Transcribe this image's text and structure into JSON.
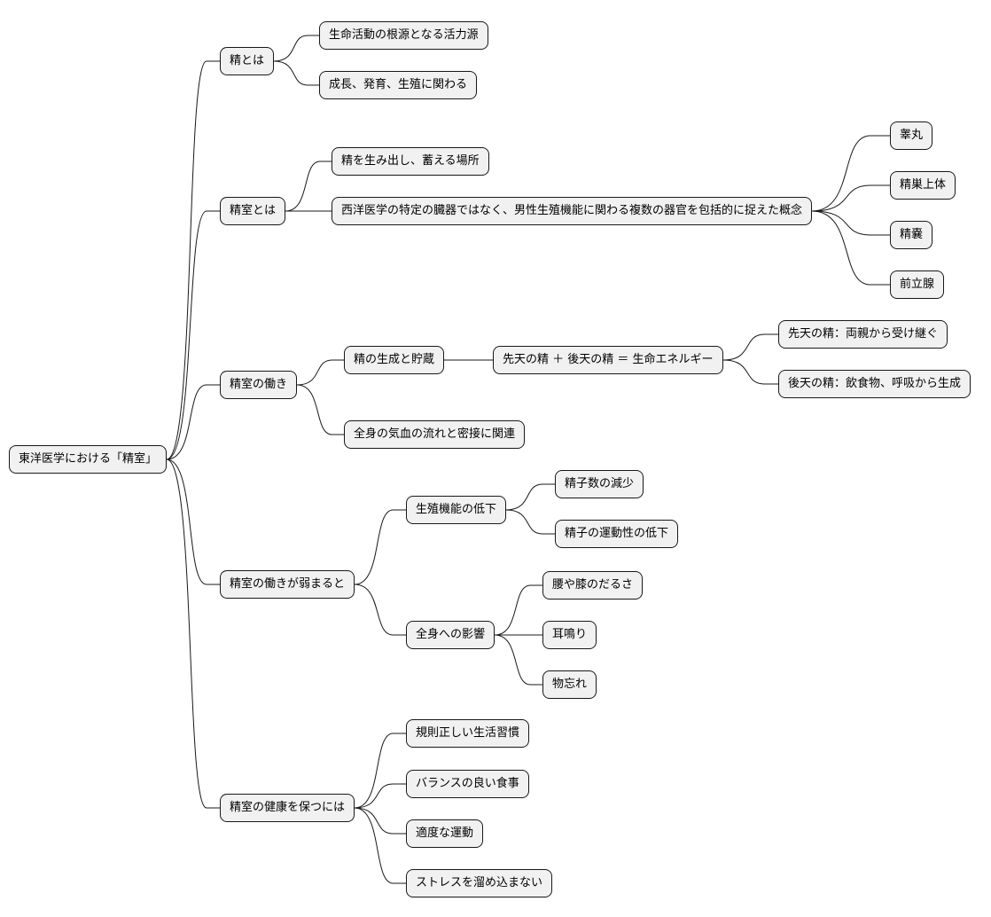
{
  "colors": {
    "background": "#ffffff",
    "node_fill": "#f1f1f1",
    "node_border": "#181818",
    "line": "#181818"
  },
  "mindmap": {
    "root": {
      "label": "東洋医学における「精室」"
    },
    "branches": [
      {
        "label": "精とは",
        "children": [
          {
            "label": "生命活動の根源となる活力源"
          },
          {
            "label": "成長、発育、生殖に関わる"
          }
        ]
      },
      {
        "label": "精室とは",
        "children": [
          {
            "label": "精を生み出し、蓄える場所"
          },
          {
            "label": "西洋医学の特定の臓器ではなく、男性生殖機能に関わる複数の器官を包括的に捉えた概念",
            "children": [
              {
                "label": "睾丸"
              },
              {
                "label": "精巣上体"
              },
              {
                "label": "精嚢"
              },
              {
                "label": "前立腺"
              }
            ]
          }
        ]
      },
      {
        "label": "精室の働き",
        "children": [
          {
            "label": "精の生成と貯蔵",
            "children": [
              {
                "label": "先天の精 ＋ 後天の精 ＝ 生命エネルギー",
                "children": [
                  {
                    "label": "先天の精：両親から受け継ぐ"
                  },
                  {
                    "label": "後天の精：飲食物、呼吸から生成"
                  }
                ]
              }
            ]
          },
          {
            "label": "全身の気血の流れと密接に関連"
          }
        ]
      },
      {
        "label": "精室の働きが弱まると",
        "children": [
          {
            "label": "生殖機能の低下",
            "children": [
              {
                "label": "精子数の減少"
              },
              {
                "label": "精子の運動性の低下"
              }
            ]
          },
          {
            "label": "全身への影響",
            "children": [
              {
                "label": "腰や膝のだるさ"
              },
              {
                "label": "耳鳴り"
              },
              {
                "label": "物忘れ"
              }
            ]
          }
        ]
      },
      {
        "label": "精室の健康を保つには",
        "children": [
          {
            "label": "規則正しい生活習慣"
          },
          {
            "label": "バランスの良い食事"
          },
          {
            "label": "適度な運動"
          },
          {
            "label": "ストレスを溜め込まない"
          }
        ]
      }
    ]
  }
}
